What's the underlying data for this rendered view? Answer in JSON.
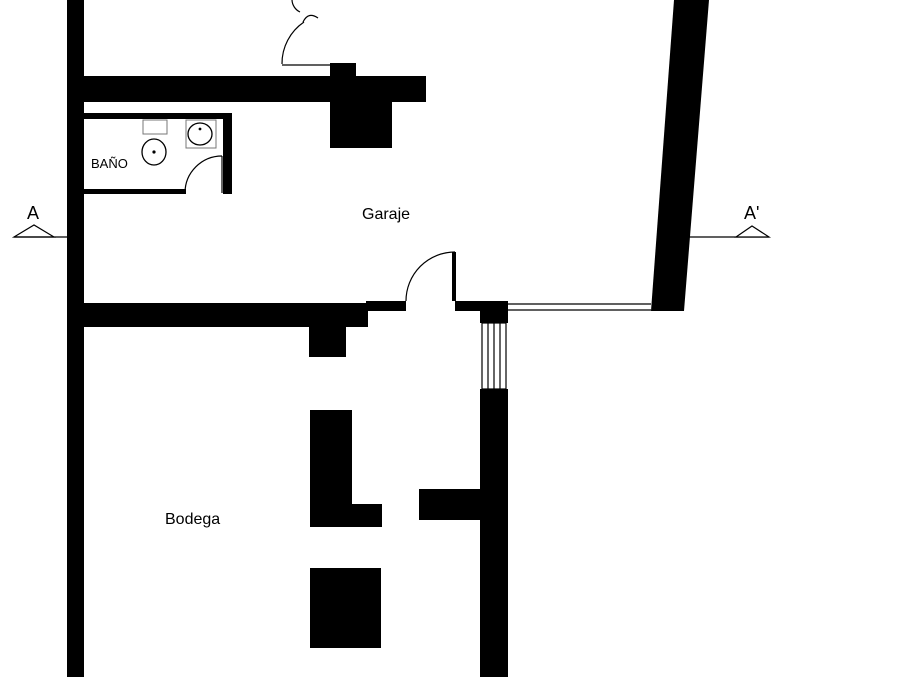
{
  "plan": {
    "rooms": {
      "garaje": "Garaje",
      "bano": "BAÑO",
      "bodega": "Bodega"
    },
    "section_marks": {
      "left": "A",
      "right": "A'"
    }
  }
}
